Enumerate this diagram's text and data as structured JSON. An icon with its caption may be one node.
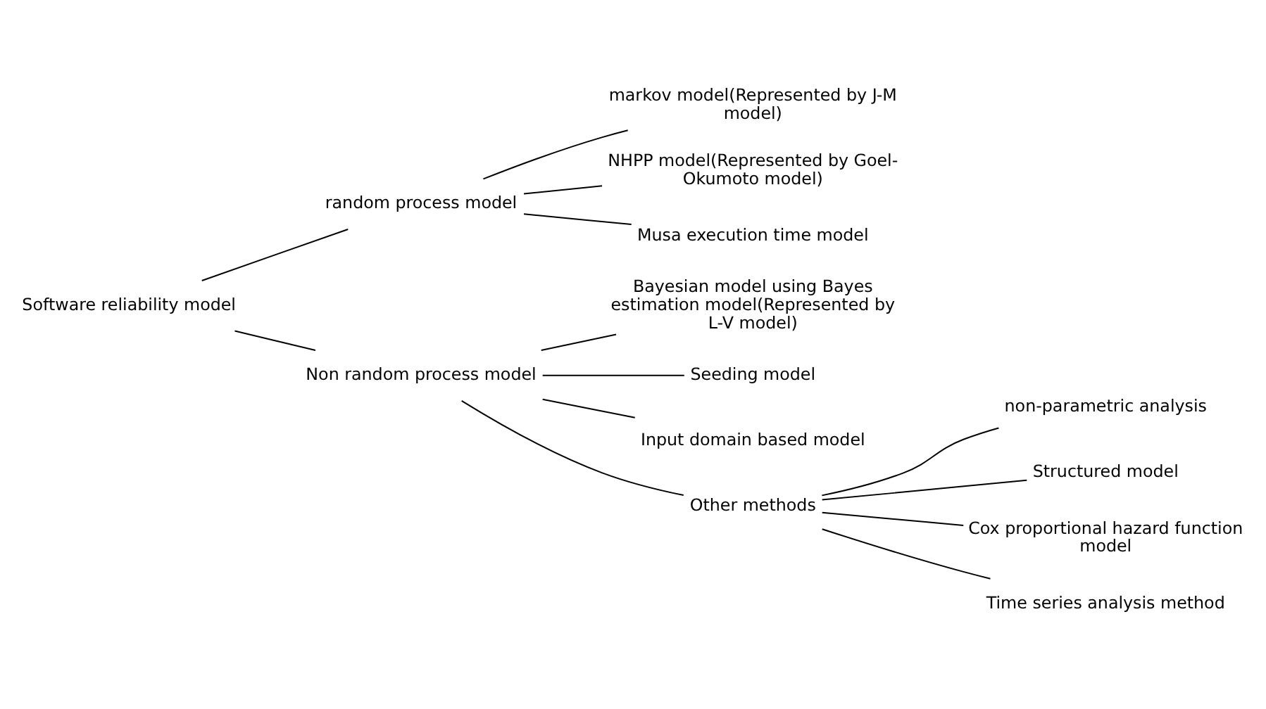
{
  "diagram": {
    "nodes": [
      {
        "text": [
          "Software reliability model"
        ]
      },
      {
        "text": [
          "random process model"
        ]
      },
      {
        "text": [
          "markov model(Represented by J-M model)"
        ]
      },
      {
        "text": [
          "NHPP model(Represented by Goel-Okumoto model)"
        ]
      },
      {
        "text": [
          "Musa execution time model"
        ]
      },
      {
        "text": [
          "Non random process model"
        ]
      },
      {
        "text": [
          "Bayesian model using Bayes estimation model(Represented by L-V model)"
        ]
      },
      {
        "text": [
          "Seeding model"
        ]
      },
      {
        "text": [
          "Input domain based model"
        ]
      },
      {
        "text": [
          "Other methods"
        ]
      },
      {
        "text": [
          "non-parametric analysis"
        ]
      },
      {
        "text": [
          "Structured model"
        ]
      },
      {
        "text": [
          "Cox proportional hazard function model"
        ]
      },
      {
        "text": [
          "Time series analysis method"
        ]
      }
    ],
    "edges": [
      {
        "from": 0,
        "to": 1,
        "arrow": "none"
      },
      {
        "from": 0,
        "to": 5,
        "arrow": "none"
      },
      {
        "from": 1,
        "to": 2,
        "arrow": "none"
      },
      {
        "from": 1,
        "to": 3,
        "arrow": "none"
      },
      {
        "from": 1,
        "to": 4,
        "arrow": "none"
      },
      {
        "from": 5,
        "to": 6,
        "arrow": "none"
      },
      {
        "from": 5,
        "to": 7,
        "arrow": "none"
      },
      {
        "from": 5,
        "to": 8,
        "arrow": "none"
      },
      {
        "from": 5,
        "to": 9,
        "arrow": "none"
      },
      {
        "from": 9,
        "to": 10,
        "arrow": "none"
      },
      {
        "from": 9,
        "to": 11,
        "arrow": "none"
      },
      {
        "from": 9,
        "to": 12,
        "arrow": "none"
      },
      {
        "from": 9,
        "to": 13,
        "arrow": "none"
      }
    ]
  }
}
